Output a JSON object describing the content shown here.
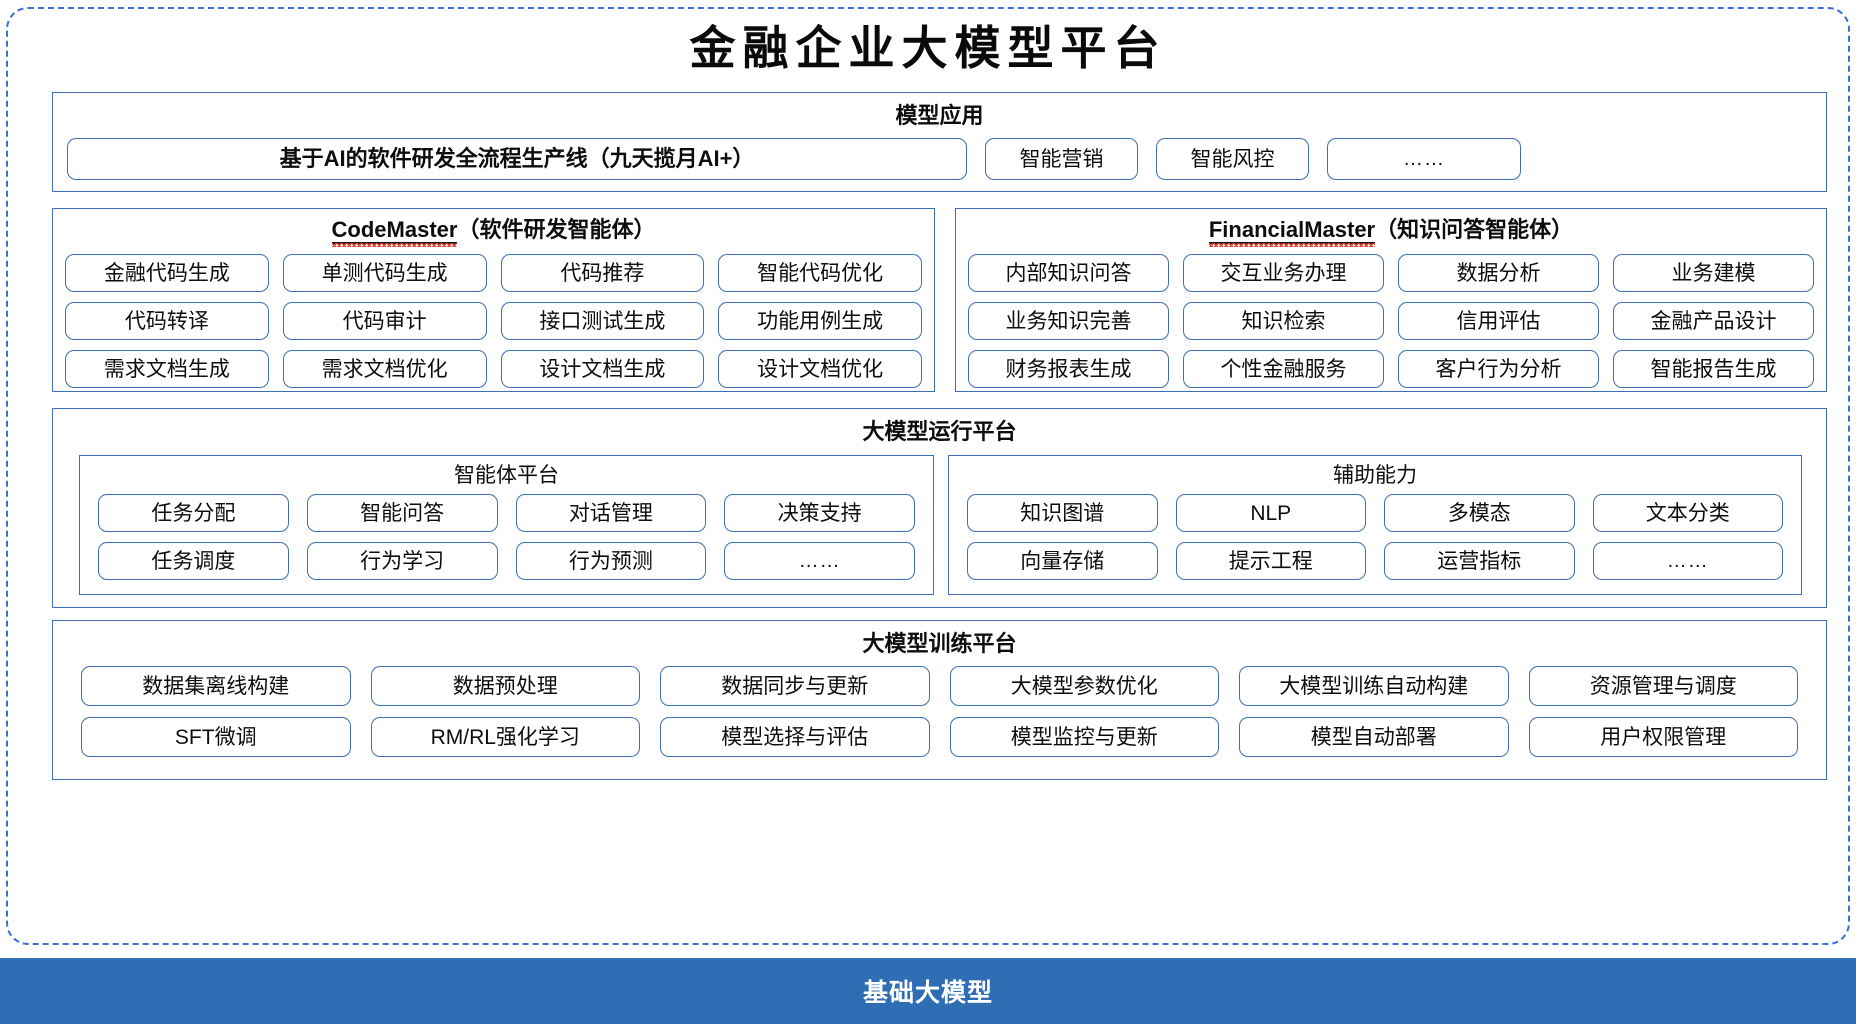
{
  "page": {
    "title": "金融企业大模型平台",
    "accent_color": "#3d6fb5",
    "frame_color": "#3b6fd4",
    "base_bar_color": "#2f6eb5",
    "spellcheck_color": "#e03b2c"
  },
  "model_application": {
    "title": "模型应用",
    "items": [
      "基于AI的软件研发全流程生产线（九天揽月AI+）",
      "智能营销",
      "智能风控",
      "……"
    ]
  },
  "code_master": {
    "name": "CodeMaster",
    "suffix": "（软件研发智能体）",
    "items": [
      "金融代码生成",
      "单测代码生成",
      "代码推荐",
      "智能代码优化",
      "代码转译",
      "代码审计",
      "接口测试生成",
      "功能用例生成",
      "需求文档生成",
      "需求文档优化",
      "设计文档生成",
      "设计文档优化"
    ]
  },
  "financial_master": {
    "name": "FinancialMaster",
    "suffix": "（知识问答智能体）",
    "items": [
      "内部知识问答",
      "交互业务办理",
      "数据分析",
      "业务建模",
      "业务知识完善",
      "知识检索",
      "信用评估",
      "金融产品设计",
      "财务报表生成",
      "个性金融服务",
      "客户行为分析",
      "智能报告生成"
    ]
  },
  "runtime_platform": {
    "title": "大模型运行平台",
    "agent_platform": {
      "title": "智能体平台",
      "items": [
        "任务分配",
        "智能问答",
        "对话管理",
        "决策支持",
        "任务调度",
        "行为学习",
        "行为预测",
        "……"
      ]
    },
    "auxiliary": {
      "title": "辅助能力",
      "items": [
        "知识图谱",
        "NLP",
        "多模态",
        "文本分类",
        "向量存储",
        "提示工程",
        "运营指标",
        "……"
      ]
    }
  },
  "training_platform": {
    "title": "大模型训练平台",
    "items": [
      "数据集离线构建",
      "数据预处理",
      "数据同步与更新",
      "大模型参数优化",
      "大模型训练自动构建",
      "资源管理与调度",
      "SFT微调",
      "RM/RL强化学习",
      "模型选择与评估",
      "模型监控与更新",
      "模型自动部署",
      "用户权限管理"
    ]
  },
  "base_model": {
    "label": "基础大模型"
  }
}
